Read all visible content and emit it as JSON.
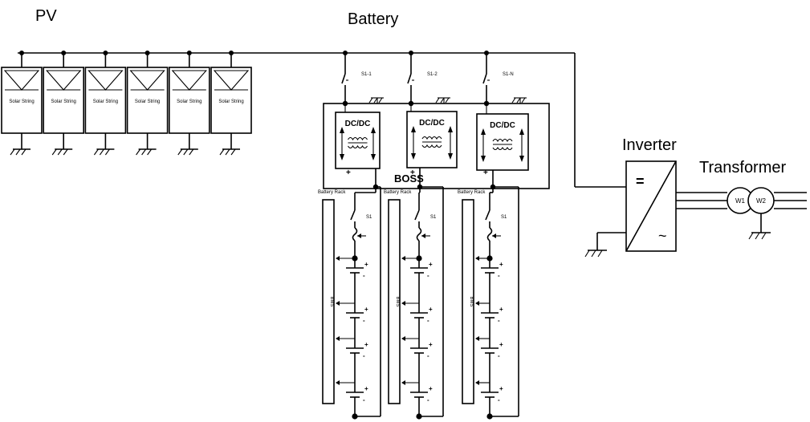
{
  "labels": {
    "pv": "PV",
    "battery": "Battery",
    "inverter": "Inverter",
    "transformer": "Transformer",
    "boss": "BOSS",
    "inverter_dc": "=",
    "inverter_ac": "~",
    "w1": "W1",
    "w2": "W2"
  },
  "solar_strings": [
    "Solar String",
    "Solar String",
    "Solar String",
    "Solar String",
    "Solar String",
    "Solar String"
  ],
  "branches": [
    {
      "switch": "S1-1",
      "converter": "DC/DC",
      "rack": "Battery Rack",
      "rack_switch": "S1",
      "bms": "BMS",
      "polarity": "+"
    },
    {
      "switch": "S1-2",
      "converter": "DC/DC",
      "rack": "Battery Rack",
      "rack_switch": "S1",
      "bms": "BMS",
      "polarity": "+"
    },
    {
      "switch": "S1-N",
      "converter": "DC/DC",
      "rack": "Battery Rack",
      "rack_switch": "S1",
      "bms": "BMS",
      "polarity": "+"
    }
  ],
  "cell_polarity": {
    "plus": "+",
    "minus": "-"
  }
}
